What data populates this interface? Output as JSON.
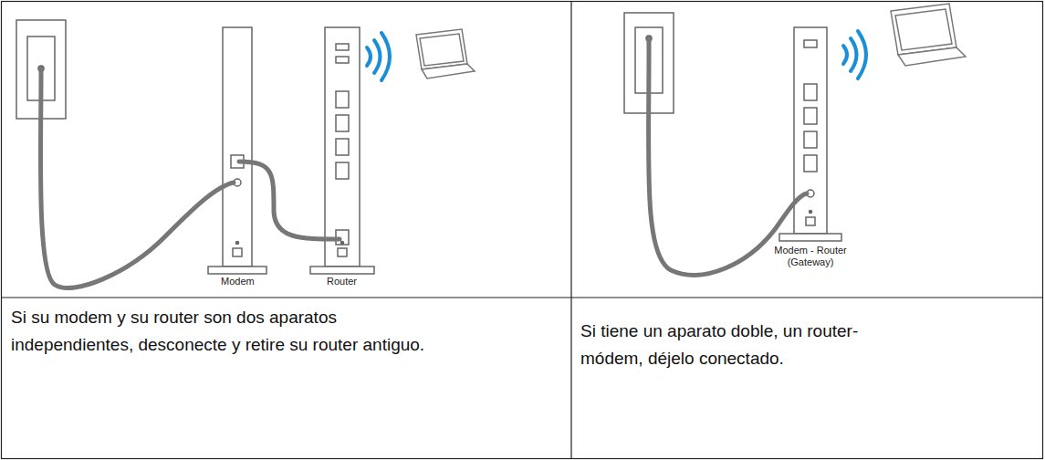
{
  "diagram": {
    "labels": [
      "Modem",
      "Router",
      "Modem - Router (Gateway)",
      "Si su modem y su router son dos aparatos independientes, desconecte y retire su router antiguo.",
      "Si tiene un aparato doble, un router-módem, déjelo conectado."
    ]
  }
}
